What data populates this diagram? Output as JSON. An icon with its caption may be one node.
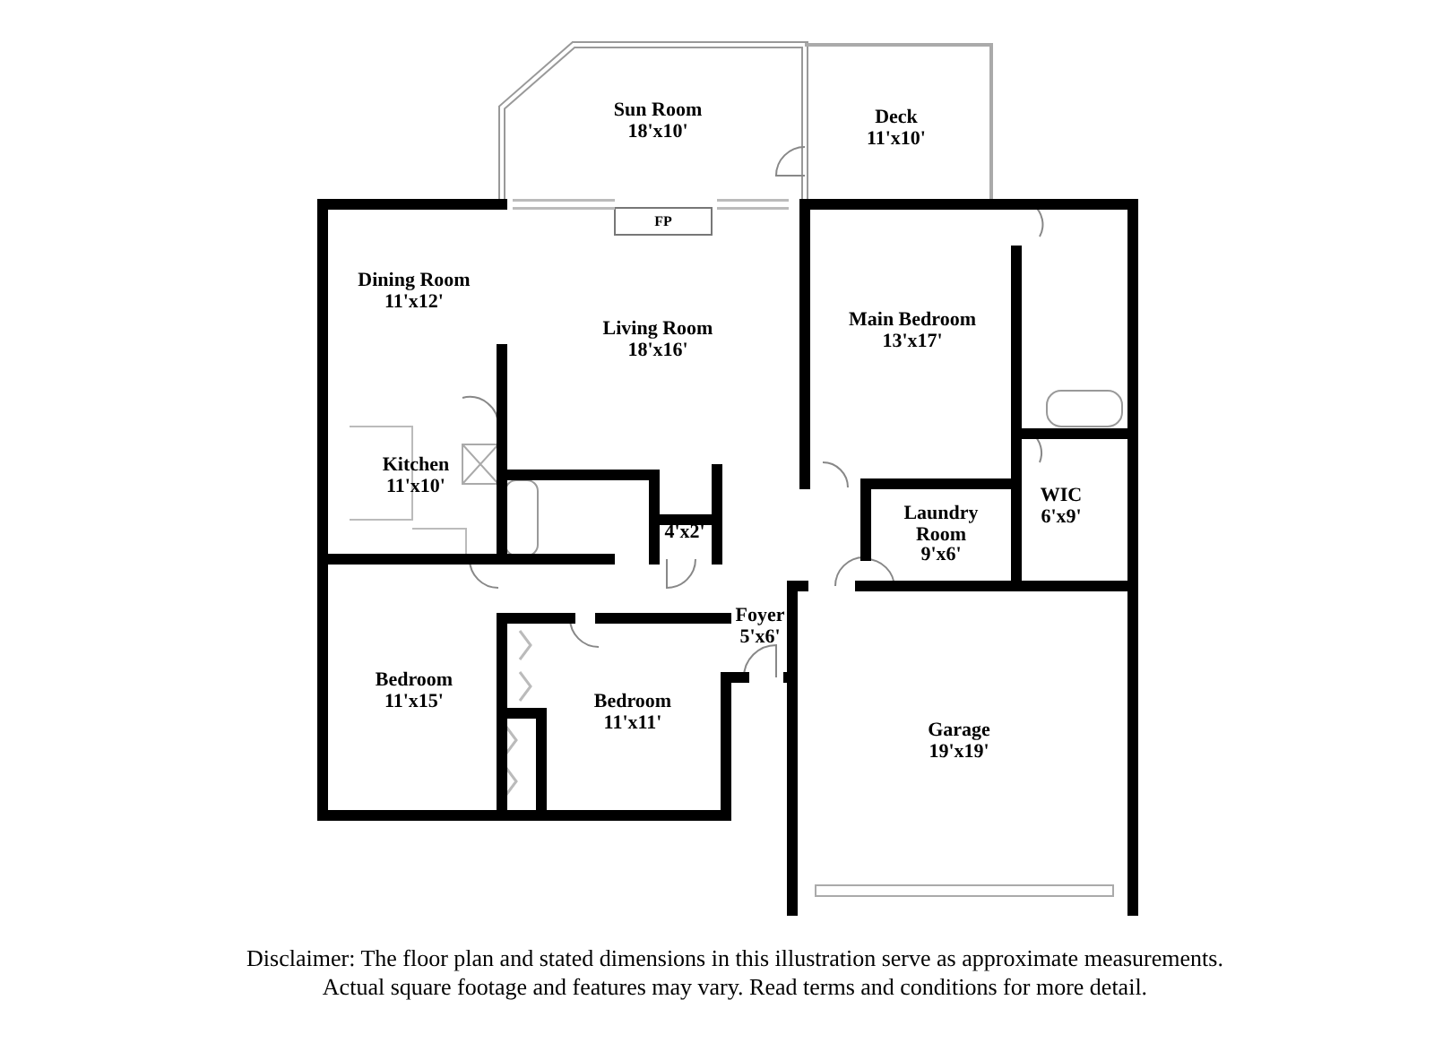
{
  "diagram": {
    "caption": "Disclaimer: The floor plan and stated dimensions in this illustration serve as approximate measurements. Actual square footage and features may vary. Read terms and conditions for more detail.",
    "nodes": [
      {
        "text": [
          "Sun Room",
          "18'x10'"
        ]
      },
      {
        "text": [
          "Deck",
          "11'x10'"
        ]
      },
      {
        "text": [
          "FP"
        ]
      },
      {
        "text": [
          "Dining Room",
          "11'x12'"
        ]
      },
      {
        "text": [
          "Living Room",
          "18'x16'"
        ]
      },
      {
        "text": [
          "Main Bedroom",
          "13'x17'"
        ]
      },
      {
        "text": [
          "Kitchen",
          "11'x10'"
        ]
      },
      {
        "text": [
          "4'x2'"
        ]
      },
      {
        "text": [
          "Laundry Room",
          "9'x6'"
        ]
      },
      {
        "text": [
          "WIC",
          "6'x9'"
        ]
      },
      {
        "text": [
          "Foyer",
          "5'x6'"
        ]
      },
      {
        "text": [
          "Bedroom",
          "11'x15'"
        ]
      },
      {
        "text": [
          "Bedroom",
          "11'x11'"
        ]
      },
      {
        "text": [
          "Garage",
          "19'x19'"
        ]
      }
    ]
  }
}
